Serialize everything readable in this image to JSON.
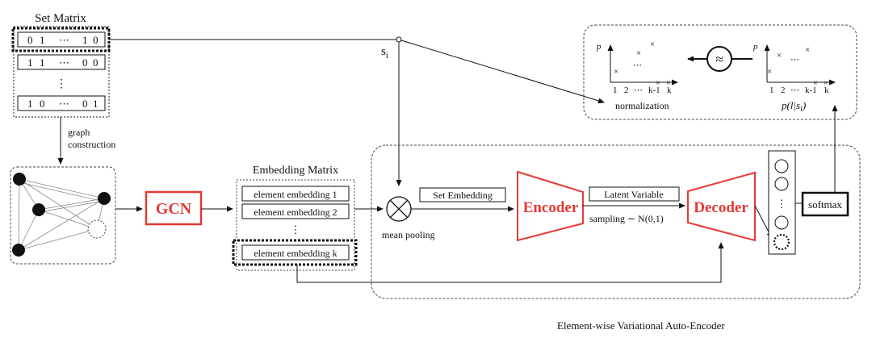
{
  "set_matrix": {
    "title": "Set Matrix",
    "rows": [
      [
        "0",
        "1",
        "⋯",
        "1",
        "0"
      ],
      [
        "1",
        "1",
        "⋯",
        "0",
        "0"
      ],
      [
        "1",
        "0",
        "⋯",
        "0",
        "1"
      ]
    ],
    "vdots": "⋮"
  },
  "graph_construction_label": [
    "graph",
    "construction"
  ],
  "gcn_label": "GCN",
  "embedding_matrix": {
    "title": "Embedding Matrix",
    "rows": [
      "element embedding  1",
      "element embedding  2",
      "element embedding  k"
    ],
    "vdots": "⋮"
  },
  "si_label": "s",
  "si_sub": "i",
  "mean_pooling_label": "mean pooling",
  "set_embedding_label": "Set Embedding",
  "encoder_label": "Encoder",
  "latent_variable_label": "Latent Variable",
  "sampling_label": "sampling ∼ N(0,1)",
  "decoder_label": "Decoder",
  "softmax_label": "softmax",
  "approx_symbol": "≈",
  "normalization_label": "normalization",
  "p_label": "p",
  "p_l_si_label": "p(l|s",
  "p_l_si_sub": "i",
  "p_l_si_close": ")",
  "x_tick_labels": [
    "1",
    "2",
    "⋯",
    "k-1",
    "k"
  ],
  "marker_symbol": "×",
  "dots_symbol": "⋯",
  "vae_caption": "Element-wise Variational Auto-Encoder",
  "colors": {
    "accent_red": "#e53935",
    "line": "#111111",
    "dash": "#444444"
  }
}
